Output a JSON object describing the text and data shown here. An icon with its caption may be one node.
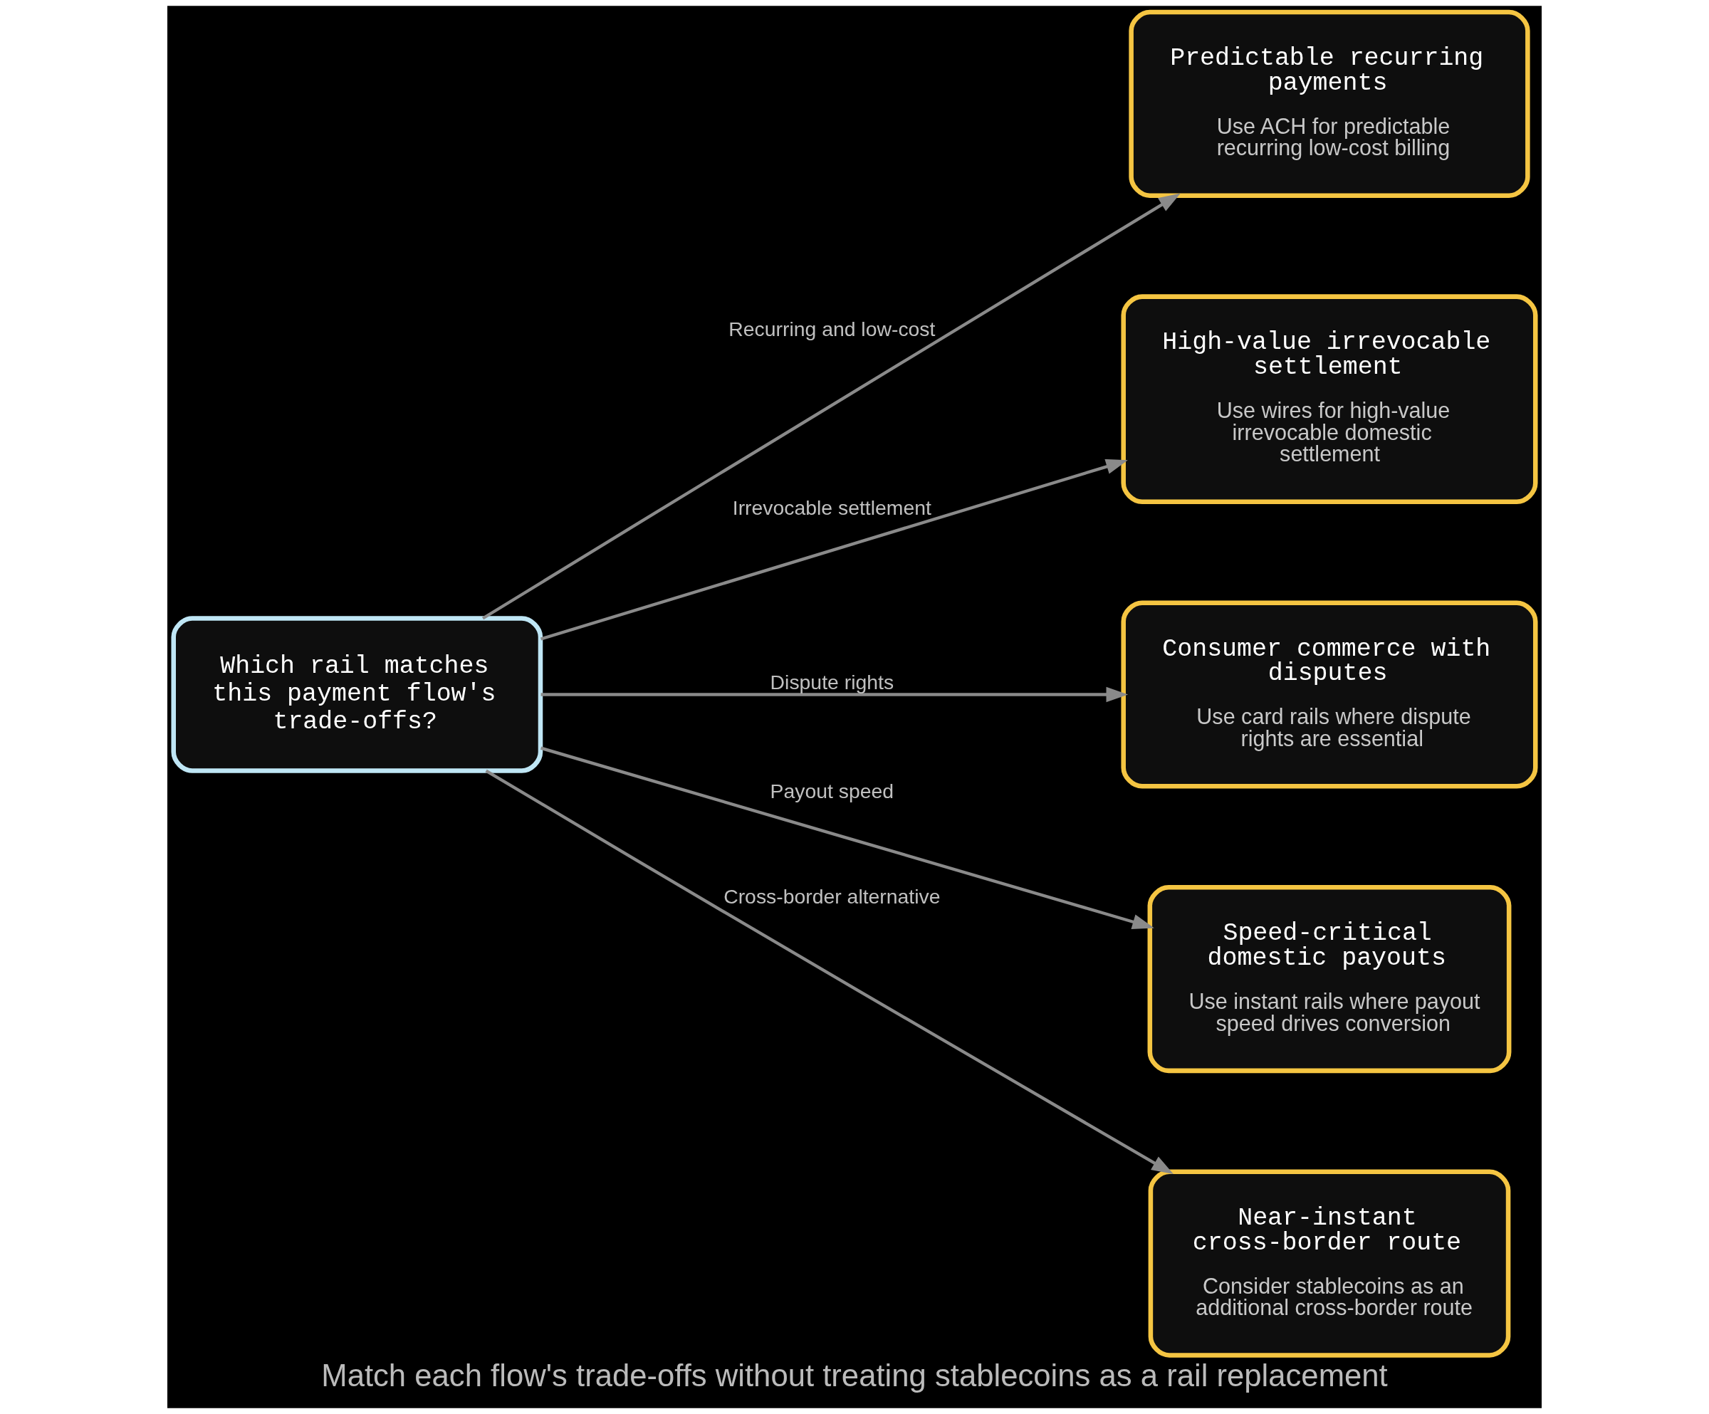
{
  "diagram": {
    "caption": "Match each flow's trade-offs without treating stablecoins as a rail replacement",
    "nodes": [
      {
        "text": [
          "Which rail matches this payment flow's trade-offs?"
        ]
      },
      {
        "text": [
          "Predictable recurring payments",
          "Use ACH for predictable recurring low-cost billing"
        ]
      },
      {
        "text": [
          "High-value irrevocable settlement",
          "Use wires for high-value irrevocable domestic settlement"
        ]
      },
      {
        "text": [
          "Consumer commerce with disputes",
          "Use card rails where dispute rights are essential"
        ]
      },
      {
        "text": [
          "Speed-critical domestic payouts",
          "Use instant rails where payout speed drives conversion"
        ]
      },
      {
        "text": [
          "Near-instant cross-border route",
          "Consider stablecoins as an additional cross-border route"
        ]
      }
    ],
    "edges": [
      {
        "from": 0,
        "to": 1,
        "arrow": "to",
        "label": "Recurring and low-cost"
      },
      {
        "from": 0,
        "to": 2,
        "arrow": "to",
        "label": "Irrevocable settlement"
      },
      {
        "from": 0,
        "to": 3,
        "arrow": "to",
        "label": "Dispute rights"
      },
      {
        "from": 0,
        "to": 4,
        "arrow": "to",
        "label": "Payout speed"
      },
      {
        "from": 0,
        "to": 5,
        "arrow": "to",
        "label": "Cross-border alternative"
      }
    ]
  }
}
